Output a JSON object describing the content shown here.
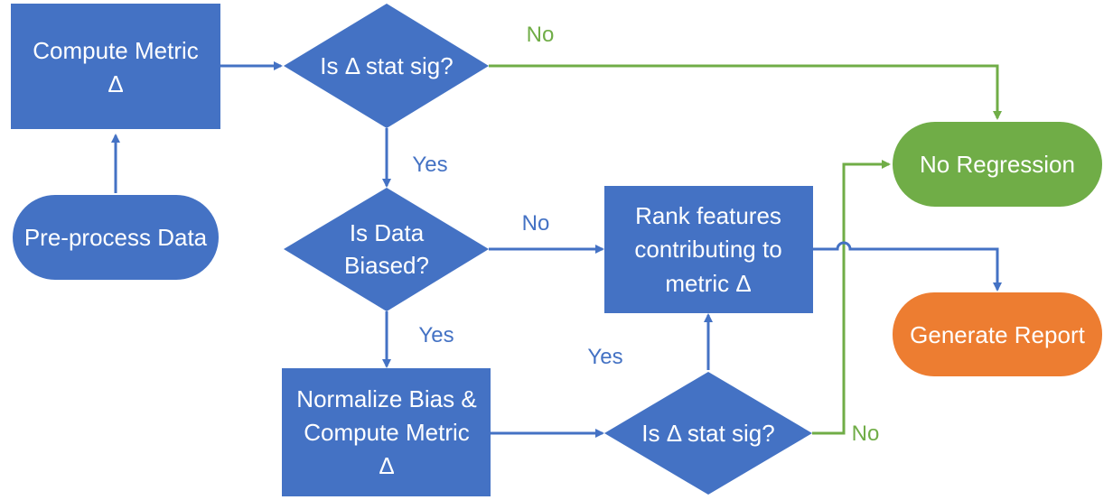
{
  "nodes": {
    "compute_metric": [
      "Compute Metric",
      "Δ"
    ],
    "preprocess": [
      "Pre-process Data"
    ],
    "stat_sig_1": [
      "Is Δ stat sig?"
    ],
    "data_biased": [
      "Is Data",
      "Biased?"
    ],
    "normalize": [
      "Normalize Bias &",
      "Compute Metric",
      "Δ"
    ],
    "stat_sig_2": [
      "Is Δ stat sig?"
    ],
    "rank_features": [
      "Rank features",
      "contributing to",
      "metric Δ"
    ],
    "no_regression": [
      "No Regression"
    ],
    "generate_report": [
      "Generate Report"
    ]
  },
  "edge_labels": {
    "sig1_no": "No",
    "sig1_yes": "Yes",
    "biased_no": "No",
    "biased_yes": "Yes",
    "sig2_yes": "Yes",
    "sig2_no": "No"
  },
  "colors": {
    "process": "#4472c4",
    "no_regression": "#70ad47",
    "generate_report": "#ed7d31",
    "no_path": "#70ad47",
    "yes_path": "#4472c4"
  }
}
